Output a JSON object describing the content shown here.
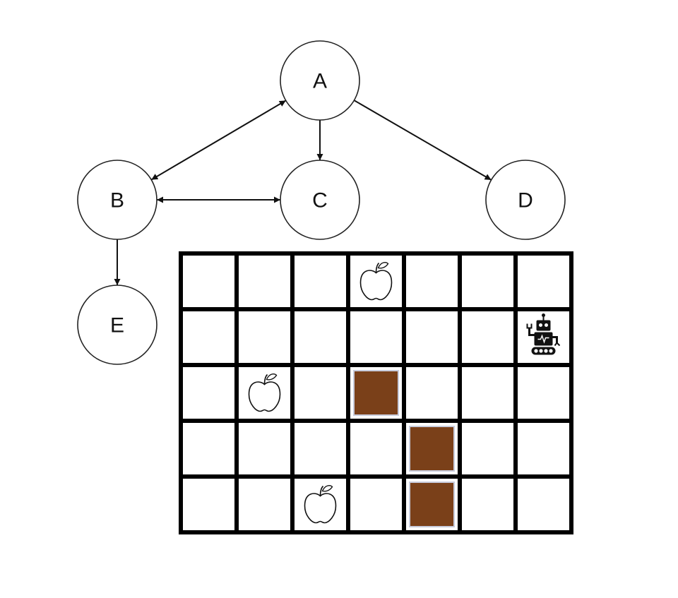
{
  "graph": {
    "nodes": [
      {
        "id": "A",
        "label": "A"
      },
      {
        "id": "B",
        "label": "B"
      },
      {
        "id": "C",
        "label": "C"
      },
      {
        "id": "D",
        "label": "D"
      },
      {
        "id": "E",
        "label": "E"
      }
    ],
    "edges": [
      {
        "from": "A",
        "to": "B",
        "bidirectional": true
      },
      {
        "from": "A",
        "to": "C",
        "bidirectional": false
      },
      {
        "from": "A",
        "to": "D",
        "bidirectional": false
      },
      {
        "from": "B",
        "to": "C",
        "bidirectional": true
      },
      {
        "from": "B",
        "to": "E",
        "bidirectional": false
      }
    ]
  },
  "grid": {
    "rows": 5,
    "cols": 7,
    "wall_color": "#7a4019",
    "walls": [
      [
        2,
        3
      ],
      [
        3,
        4
      ],
      [
        4,
        4
      ]
    ],
    "apples": [
      [
        0,
        3
      ],
      [
        2,
        1
      ],
      [
        4,
        2
      ]
    ],
    "robot": [
      1,
      6
    ],
    "item_icons": {
      "apple": "apple-icon",
      "robot": "robot-icon",
      "wall": "wall-block"
    }
  }
}
